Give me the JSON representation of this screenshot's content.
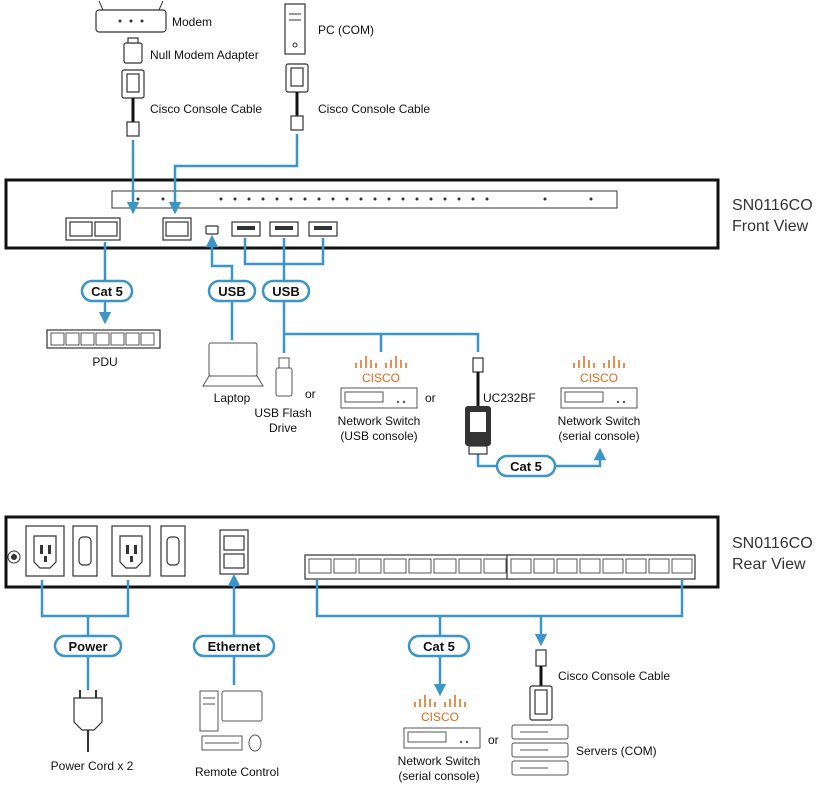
{
  "front": {
    "model": "SN0116CO",
    "view": "Front View",
    "modem": "Modem",
    "null_modem_adapter": "Null Modem Adapter",
    "pc_com": "PC (COM)",
    "cisco_cable_left": "Cisco Console Cable",
    "cisco_cable_right": "Cisco Console Cable",
    "pill_cat5_pdu": "Cat 5",
    "pill_usb_laptop": "USB",
    "pill_usb_devices": "USB",
    "pdu": "PDU",
    "laptop": "Laptop",
    "usb_flash_line1": "USB Flash",
    "usb_flash_line2": "Drive",
    "or_1": "or",
    "cisco_brand_1": "CISCO",
    "or_2": "or",
    "switch_usb_line1": "Network Switch",
    "switch_usb_line2": "(USB console)",
    "uc232bf": "UC232BF",
    "cisco_brand_2": "CISCO",
    "switch_serial_line1": "Network Switch",
    "switch_serial_line2": "(serial console)",
    "pill_cat5_uc": "Cat 5"
  },
  "rear": {
    "model": "SN0116CO",
    "view": "Rear View",
    "pill_power": "Power",
    "pill_ethernet": "Ethernet",
    "pill_cat5": "Cat 5",
    "power_cord": "Power Cord x 2",
    "remote_control": "Remote Control",
    "cisco_console_cable": "Cisco Console Cable",
    "cisco_brand": "CISCO",
    "or": "or",
    "switch_serial_line1": "Network Switch",
    "switch_serial_line2": "(serial console)",
    "servers_com": "Servers (COM)"
  },
  "colors": {
    "connector": "#3b95c6",
    "cisco": "#e06a1b",
    "unit_border": "#111111"
  }
}
